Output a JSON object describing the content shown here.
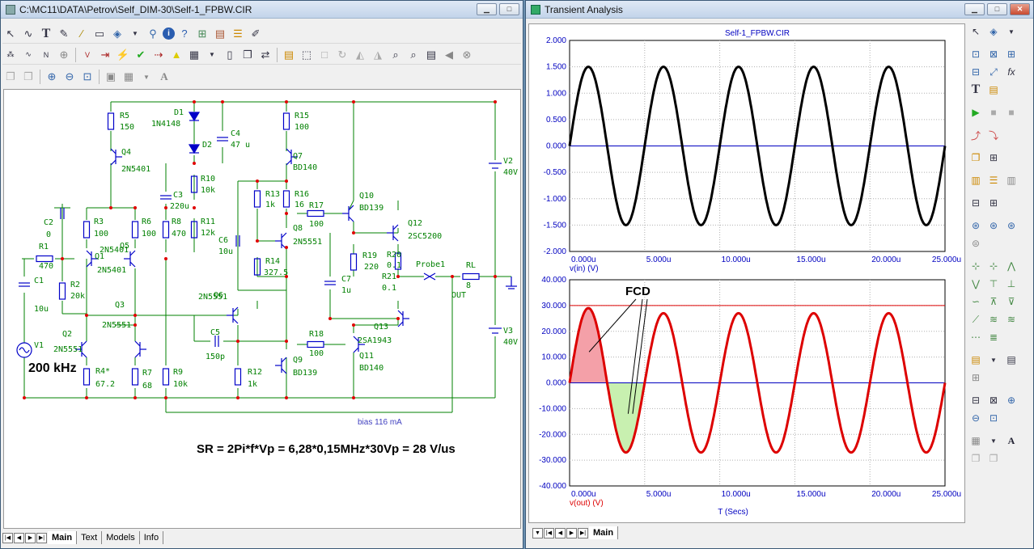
{
  "left_window": {
    "title": "C:\\MC11\\DATA\\Petrov\\Self_DIM-30\\Self-1_FPBW.CIR",
    "tabs": [
      "Main",
      "Text",
      "Models",
      "Info"
    ],
    "note_freq": "200 kHz",
    "formula": "SR = 2Pi*f*Vp = 6,28*0,15MHz*30Vp = 28 V/us",
    "bias": "bias 116 mA",
    "components": [
      {
        "ref": "R5",
        "val": "150"
      },
      {
        "ref": "D1",
        "val": "1N4148"
      },
      {
        "ref": "D2",
        "val": ""
      },
      {
        "ref": "C4",
        "val": "47 u"
      },
      {
        "ref": "R15",
        "val": "100"
      },
      {
        "ref": "Q4",
        "val": "2N5401"
      },
      {
        "ref": "Q7",
        "val": "BD140"
      },
      {
        "ref": "R10",
        "val": "10k"
      },
      {
        "ref": "V2",
        "val": "40V"
      },
      {
        "ref": "C3",
        "val": "220u"
      },
      {
        "ref": "R13",
        "val": "1k"
      },
      {
        "ref": "R16",
        "val": "16"
      },
      {
        "ref": "R17",
        "val": "100"
      },
      {
        "ref": "Q10",
        "val": "BD139"
      },
      {
        "ref": "R11",
        "val": "12k"
      },
      {
        "ref": "C2",
        "val": "0"
      },
      {
        "ref": "R3",
        "val": "100"
      },
      {
        "ref": "R6",
        "val": "100"
      },
      {
        "ref": "R8",
        "val": "470"
      },
      {
        "ref": "Q12",
        "val": "2SC5200"
      },
      {
        "ref": "Q8",
        "val": "2N5551"
      },
      {
        "ref": "C6",
        "val": "10u"
      },
      {
        "ref": "Q5",
        "val": "2N5401"
      },
      {
        "ref": "R1",
        "val": "470"
      },
      {
        "ref": "Q1",
        "val": "2N5401"
      },
      {
        "ref": "R19",
        "val": "220"
      },
      {
        "ref": "R20",
        "val": "0.1"
      },
      {
        "ref": "R14",
        "val": "327.5"
      },
      {
        "ref": "Probe1",
        "val": ""
      },
      {
        "ref": "RL",
        "val": "8"
      },
      {
        "ref": "R21",
        "val": "0.1"
      },
      {
        "ref": "C7",
        "val": "1u"
      },
      {
        "ref": "C1",
        "val": "10u"
      },
      {
        "ref": "R2",
        "val": "20k"
      },
      {
        "ref": "Q6",
        "val": "2N5551"
      },
      {
        "ref": "Q3",
        "val": ""
      },
      {
        "ref": "OUT",
        "val": ""
      },
      {
        "ref": "Q13",
        "val": "2SA1943"
      },
      {
        "ref": "Q2",
        "val": "2N5551"
      },
      {
        "ref": "Q3b",
        "val": "2N5551"
      },
      {
        "ref": "V1",
        "val": ""
      },
      {
        "ref": "C5",
        "val": "150p"
      },
      {
        "ref": "R18",
        "val": "100"
      },
      {
        "ref": "V3",
        "val": "40V"
      },
      {
        "ref": "Q11",
        "val": "BD140"
      },
      {
        "ref": "Q9",
        "val": "BD139"
      },
      {
        "ref": "R4*",
        "val": "67.2"
      },
      {
        "ref": "R7",
        "val": "68"
      },
      {
        "ref": "R9",
        "val": "10k"
      },
      {
        "ref": "R12",
        "val": "1k"
      }
    ]
  },
  "right_window": {
    "title": "Transient Analysis",
    "tabs": [
      "Main"
    ],
    "annotation": "FCD"
  },
  "chart_data": [
    {
      "type": "line",
      "title": "Self-1_FPBW.CIR",
      "ylabel": "v(in) (V)",
      "xlim": [
        0,
        25
      ],
      "ylim": [
        -2,
        2
      ],
      "yticks": [
        "2.000",
        "1.500",
        "1.000",
        "0.500",
        "0.000",
        "-0.500",
        "-1.000",
        "-1.500",
        "-2.000"
      ],
      "xticks": [
        "0.000u",
        "5.000u",
        "10.000u",
        "15.000u",
        "20.000u",
        "25.000u"
      ],
      "series": [
        {
          "color": "#000000",
          "frequency_per_us": 0.2,
          "amplitude": 1.5
        }
      ]
    },
    {
      "type": "line",
      "ylabel": "v(out) (V)",
      "xlabel": "T (Secs)",
      "xlim": [
        0,
        25
      ],
      "ylim": [
        -40,
        40
      ],
      "yticks": [
        "40.000",
        "30.000",
        "20.000",
        "10.000",
        "0.000",
        "-10.000",
        "-20.000",
        "-30.000",
        "-40.000"
      ],
      "xticks": [
        "0.000u",
        "5.000u",
        "10.000u",
        "15.000u",
        "20.000u",
        "25.000u"
      ],
      "reference_line": 30,
      "series": [
        {
          "color": "#dd0000",
          "frequency_per_us": 0.2,
          "amplitude": 27,
          "start_peak": 29
        }
      ]
    }
  ]
}
